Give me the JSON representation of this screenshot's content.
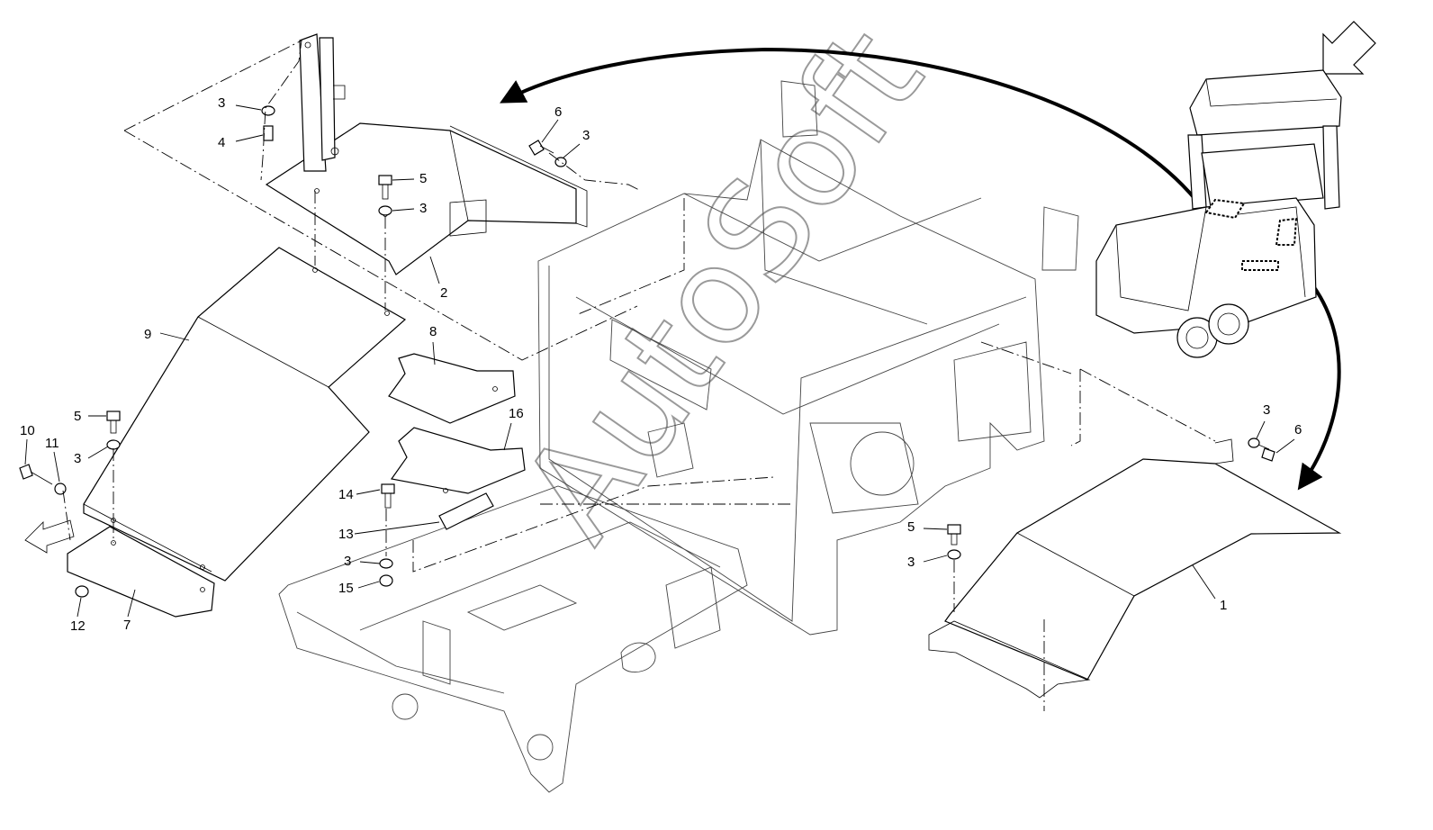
{
  "diagram": {
    "watermark": "AutoSoft",
    "callouts": [
      {
        "label": "1"
      },
      {
        "label": "2"
      },
      {
        "label": "3"
      },
      {
        "label": "3"
      },
      {
        "label": "3"
      },
      {
        "label": "3"
      },
      {
        "label": "3"
      },
      {
        "label": "3"
      },
      {
        "label": "3"
      },
      {
        "label": "4"
      },
      {
        "label": "5"
      },
      {
        "label": "5"
      },
      {
        "label": "5"
      },
      {
        "label": "6"
      },
      {
        "label": "6"
      },
      {
        "label": "7"
      },
      {
        "label": "8"
      },
      {
        "label": "9"
      },
      {
        "label": "10"
      },
      {
        "label": "11"
      },
      {
        "label": "12"
      },
      {
        "label": "13"
      },
      {
        "label": "14"
      },
      {
        "label": "15"
      },
      {
        "label": "16"
      }
    ]
  }
}
